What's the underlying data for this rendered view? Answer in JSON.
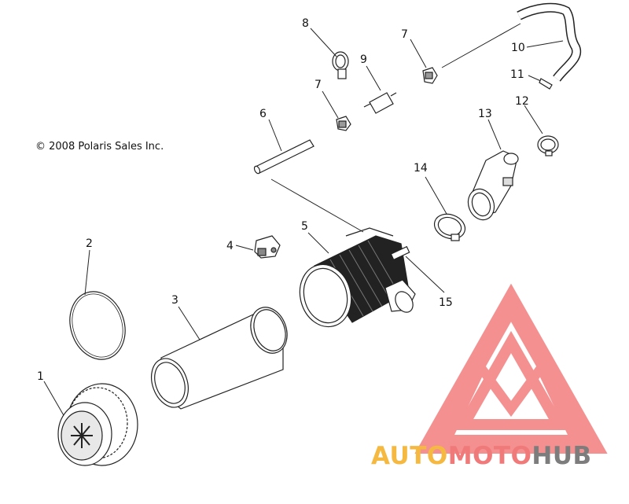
{
  "copyright": "© 2008 Polaris Sales Inc.",
  "callouts": [
    "1",
    "2",
    "3",
    "4",
    "5",
    "6",
    "7",
    "7",
    "8",
    "9",
    "10",
    "11",
    "12",
    "13",
    "14",
    "15"
  ],
  "watermark": {
    "part1": "AUTO",
    "part2": "MOTO",
    "part3": "HUB",
    "colors": {
      "triangle": "#f26b6b",
      "auto": "#f5b942",
      "moto": "#f07a7a",
      "hub": "#7d7d7d"
    }
  },
  "colors": {
    "line": "#222222",
    "fill": "#ffffff",
    "shade": "#bdbdbd"
  }
}
